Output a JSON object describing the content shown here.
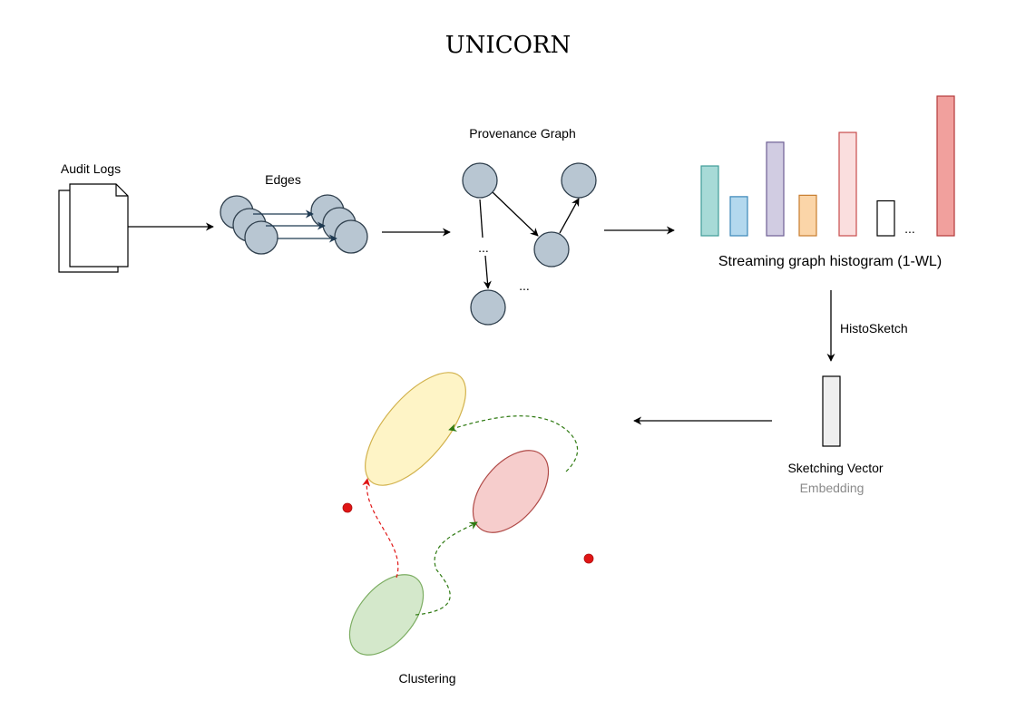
{
  "title": "UNICORN",
  "stages": {
    "audit_logs": "Audit Logs",
    "edges": "Edges",
    "provenance_graph": "Provenance Graph",
    "provenance_ellipsis_1": "...",
    "provenance_ellipsis_2": "...",
    "histogram_label": "Streaming graph histogram (1-WL)",
    "histogram_ellipsis": "...",
    "histosketch": "HistoSketch",
    "sketching_vector": "Sketching Vector",
    "embedding": "Embedding",
    "clustering": "Clustering"
  },
  "histogram_bars": [
    {
      "height_fraction": 0.5,
      "fill": "#a7dad7",
      "stroke": "#3f9c98"
    },
    {
      "height_fraction": 0.28,
      "fill": "#b3d8ee",
      "stroke": "#3b87b8"
    },
    {
      "height_fraction": 0.67,
      "fill": "#d1cce2",
      "stroke": "#6d5e94"
    },
    {
      "height_fraction": 0.29,
      "fill": "#fbd5a8",
      "stroke": "#c77d2e"
    },
    {
      "height_fraction": 0.74,
      "fill": "#fadede",
      "stroke": "#c84c4c"
    },
    {
      "height_fraction": 0.25,
      "fill": "#ffffff",
      "stroke": "#000000"
    },
    {
      "height_fraction": 1.0,
      "fill": "#f1a09d",
      "stroke": "#b43a3a"
    }
  ],
  "clusters": {
    "yellow": {
      "fill": "#fef4c6",
      "stroke": "#d2b24d"
    },
    "red": {
      "fill": "#f6cdcc",
      "stroke": "#b04a47"
    },
    "green": {
      "fill": "#d4e8cb",
      "stroke": "#7cad62"
    }
  },
  "colors": {
    "node_fill": "#b8c6d2",
    "node_stroke": "#2f3f4d",
    "edge_arrow": "#1f3a52",
    "outlier_point": "#e01515",
    "path_red": "#e01515",
    "path_green": "#2f7a12",
    "sketch_vector_fill": "#efefef"
  }
}
